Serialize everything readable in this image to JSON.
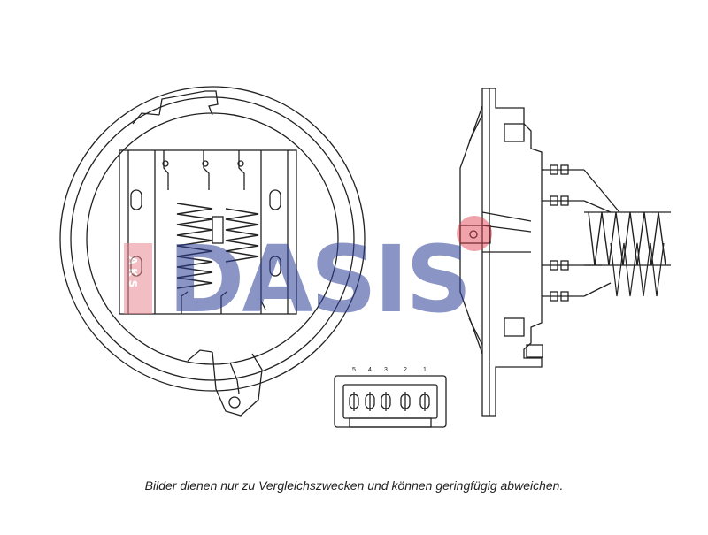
{
  "watermark": {
    "brand": "AKS",
    "name": "DASIS",
    "colors": {
      "blue": "#2d3f97",
      "red": "#e03a4a"
    }
  },
  "connector": {
    "pins": [
      "5",
      "4",
      "3",
      "2",
      "1"
    ]
  },
  "caption": "Bilder dienen nur zu Vergleichszwecken und können geringfügig abweichen.",
  "colors": {
    "line": "#222222",
    "background": "#ffffff"
  }
}
